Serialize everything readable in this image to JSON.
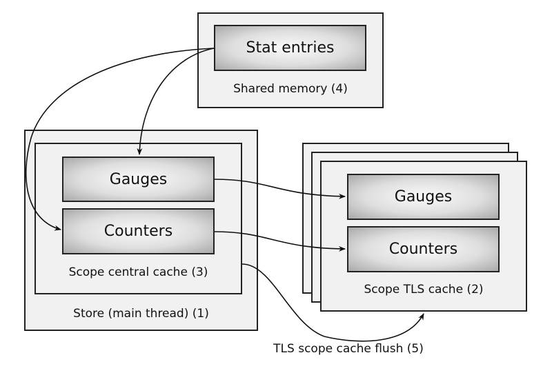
{
  "diagram": {
    "shared_memory": {
      "label": "Shared memory (4)",
      "children": {
        "stat_entries": "Stat entries"
      }
    },
    "store": {
      "label": "Store (main thread) (1)",
      "scope_central_cache": {
        "label": "Scope central cache (3)",
        "gauges": "Gauges",
        "counters": "Counters"
      }
    },
    "scope_tls_cache": {
      "label": "Scope TLS cache (2)",
      "stack_count": 3,
      "gauges": "Gauges",
      "counters": "Counters"
    },
    "flush_label": "TLS scope cache flush (5)",
    "edges": [
      {
        "from": "Stat entries",
        "to": "Gauges (central)"
      },
      {
        "from": "Stat entries",
        "to": "Counters (central)"
      },
      {
        "from": "Gauges (central)",
        "to": "Gauges (TLS)"
      },
      {
        "from": "Counters (central)",
        "to": "Counters (TLS)"
      },
      {
        "from": "Scope central cache",
        "to": "Scope TLS cache",
        "label": "TLS scope cache flush (5)"
      }
    ]
  }
}
